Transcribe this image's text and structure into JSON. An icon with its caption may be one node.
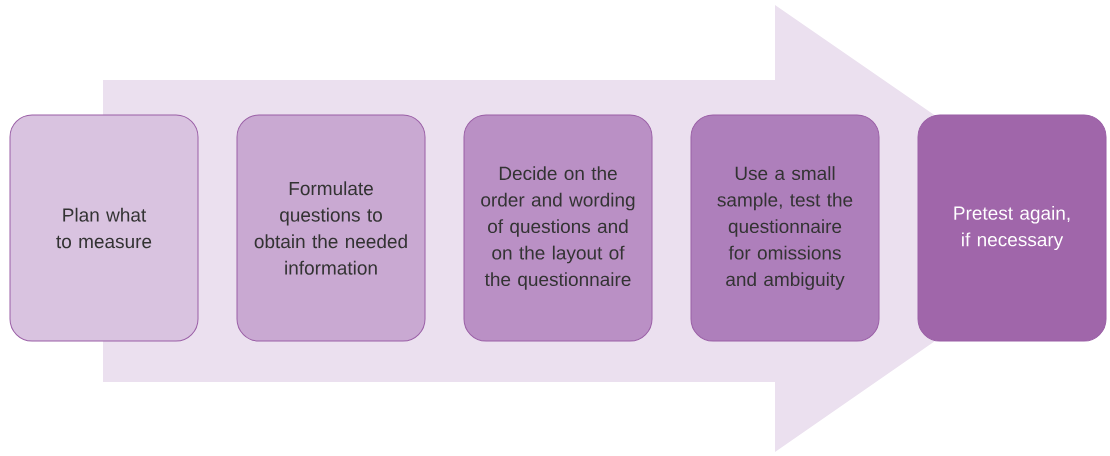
{
  "diagram": {
    "nodes": [
      {
        "text": [
          "Plan what to measure"
        ]
      },
      {
        "text": [
          "Formulate questions to obtain the needed information"
        ]
      },
      {
        "text": [
          "Decide on the order and wording of questions and on the layout of the questionnaire"
        ]
      },
      {
        "text": [
          "Use a small sample, test the questionnaire for omissions and ambiguity"
        ]
      },
      {
        "text": [
          "Pretest again, if necessary"
        ]
      }
    ],
    "edges": [
      {
        "from": 0,
        "to": 4,
        "arrow": "to"
      }
    ]
  }
}
